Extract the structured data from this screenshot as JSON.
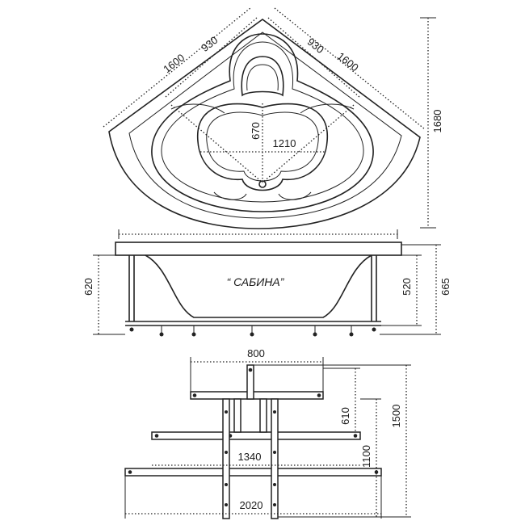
{
  "top_view": {
    "side_left": "1600",
    "side_right": "1600",
    "inner_left": "930",
    "inner_right": "930",
    "depth_inner": "670",
    "width_inner": "1210",
    "height_total": "1680"
  },
  "side_view": {
    "model_name": "“ САБИНА”",
    "height_left": "620",
    "height_inner": "520",
    "height_total": "665"
  },
  "frame_view": {
    "width_top": "800",
    "width_middle": "1340",
    "width_bottom": "2020",
    "height_a": "610",
    "height_b": "1100",
    "height_c": "1500"
  }
}
